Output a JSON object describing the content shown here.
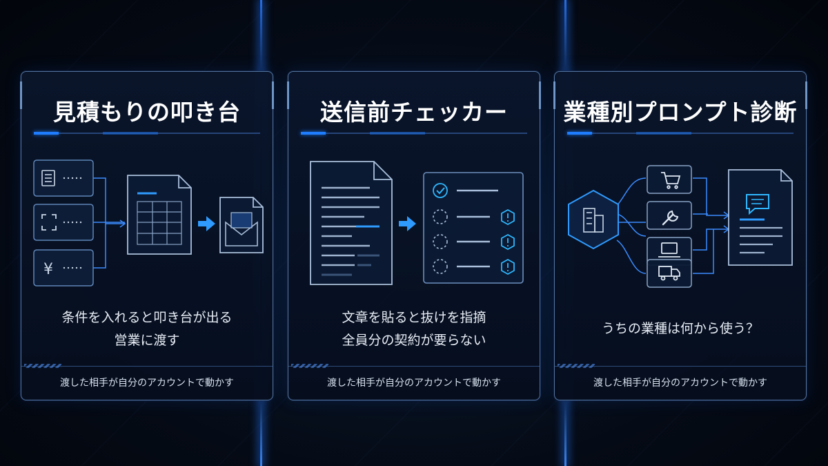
{
  "cards": [
    {
      "title": "見積もりの叩き台",
      "description": [
        "条件を入れると叩き台が出る",
        "営業に渡す"
      ],
      "footer": "渡した相手が自分のアカウントで動かす",
      "icons": [
        "document-list-icon",
        "scan-frame-icon",
        "yen-icon",
        "spreadsheet-document-icon",
        "arrow-right-icon",
        "envelope-icon"
      ]
    },
    {
      "title": "送信前チェッカー",
      "description": [
        "文章を貼ると抜けを指摘",
        "全員分の契約が要らない"
      ],
      "footer": "渡した相手が自分のアカウントで動かす",
      "icons": [
        "text-document-icon",
        "arrow-right-icon",
        "checklist-icon",
        "warning-icon"
      ]
    },
    {
      "title": "業種別プロンプト診断",
      "description": [
        "うちの業種は何から使う？"
      ],
      "footer": "渡した相手が自分のアカウントで動かす",
      "icons": [
        "building-icon",
        "cart-icon",
        "wrench-icon",
        "laptop-icon",
        "truck-icon",
        "chat-document-icon"
      ]
    }
  ],
  "colors": {
    "accent": "#1f7dff",
    "line": "#3b8cff",
    "background": "#050b16"
  }
}
